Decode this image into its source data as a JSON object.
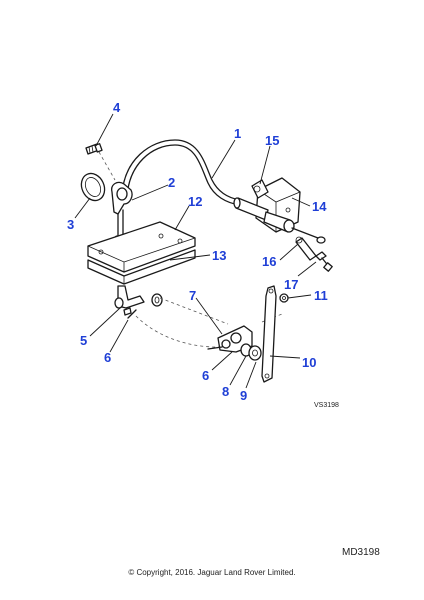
{
  "callouts": [
    {
      "id": "1",
      "label": "1"
    },
    {
      "id": "2",
      "label": "2"
    },
    {
      "id": "3",
      "label": "3"
    },
    {
      "id": "4",
      "label": "4"
    },
    {
      "id": "5",
      "label": "5"
    },
    {
      "id": "6a",
      "label": "6"
    },
    {
      "id": "6b",
      "label": "6"
    },
    {
      "id": "7",
      "label": "7"
    },
    {
      "id": "8",
      "label": "8"
    },
    {
      "id": "9",
      "label": "9"
    },
    {
      "id": "10",
      "label": "10"
    },
    {
      "id": "11",
      "label": "11"
    },
    {
      "id": "12",
      "label": "12"
    },
    {
      "id": "13",
      "label": "13"
    },
    {
      "id": "14",
      "label": "14"
    },
    {
      "id": "15",
      "label": "15"
    },
    {
      "id": "16",
      "label": "16"
    },
    {
      "id": "17",
      "label": "17"
    }
  ],
  "drawing_code": "VS3198",
  "diagram_number": "MD3198",
  "copyright": "© Copyright, 2016. Jaguar Land Rover Limited.",
  "colors": {
    "callout": "#1f3fd6",
    "line": "#1a1a1a"
  }
}
